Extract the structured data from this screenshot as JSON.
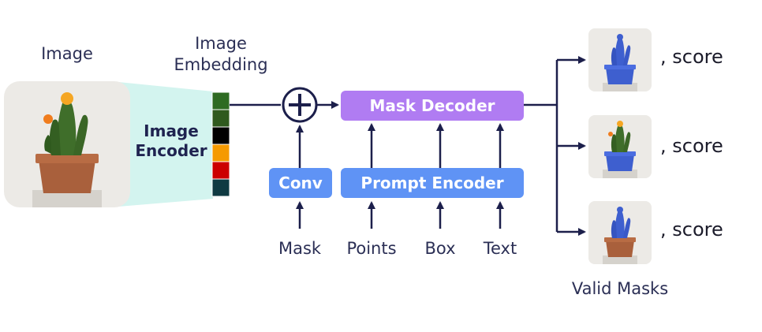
{
  "labels": {
    "image": "Image",
    "embedding_line1": "Image",
    "embedding_line2": "Embedding",
    "encoder_line1": "Image",
    "encoder_line2": "Encoder",
    "mask_decoder": "Mask Decoder",
    "conv": "Conv",
    "prompt_encoder": "Prompt Encoder",
    "inputs": [
      "Mask",
      "Points",
      "Box",
      "Text"
    ],
    "score": ", score",
    "valid_masks": "Valid Masks"
  },
  "colors": {
    "embedding_cells": [
      "#2e6b22",
      "#2f5a1e",
      "#000000",
      "#f59a00",
      "#cc0000",
      "#0f3a42"
    ],
    "decoder": "#b07cf2",
    "prompt": "#5f93f5",
    "encoder_fill": "#d3f4ef",
    "line": "#1c1f4b",
    "mask_blue": "#3e5fcf"
  },
  "icons": {
    "plus": "plus-circle-icon",
    "image": "cactus-photo",
    "masks": [
      "cactus-mask-full",
      "cactus-mask-pot",
      "cactus-mask-plant"
    ]
  }
}
